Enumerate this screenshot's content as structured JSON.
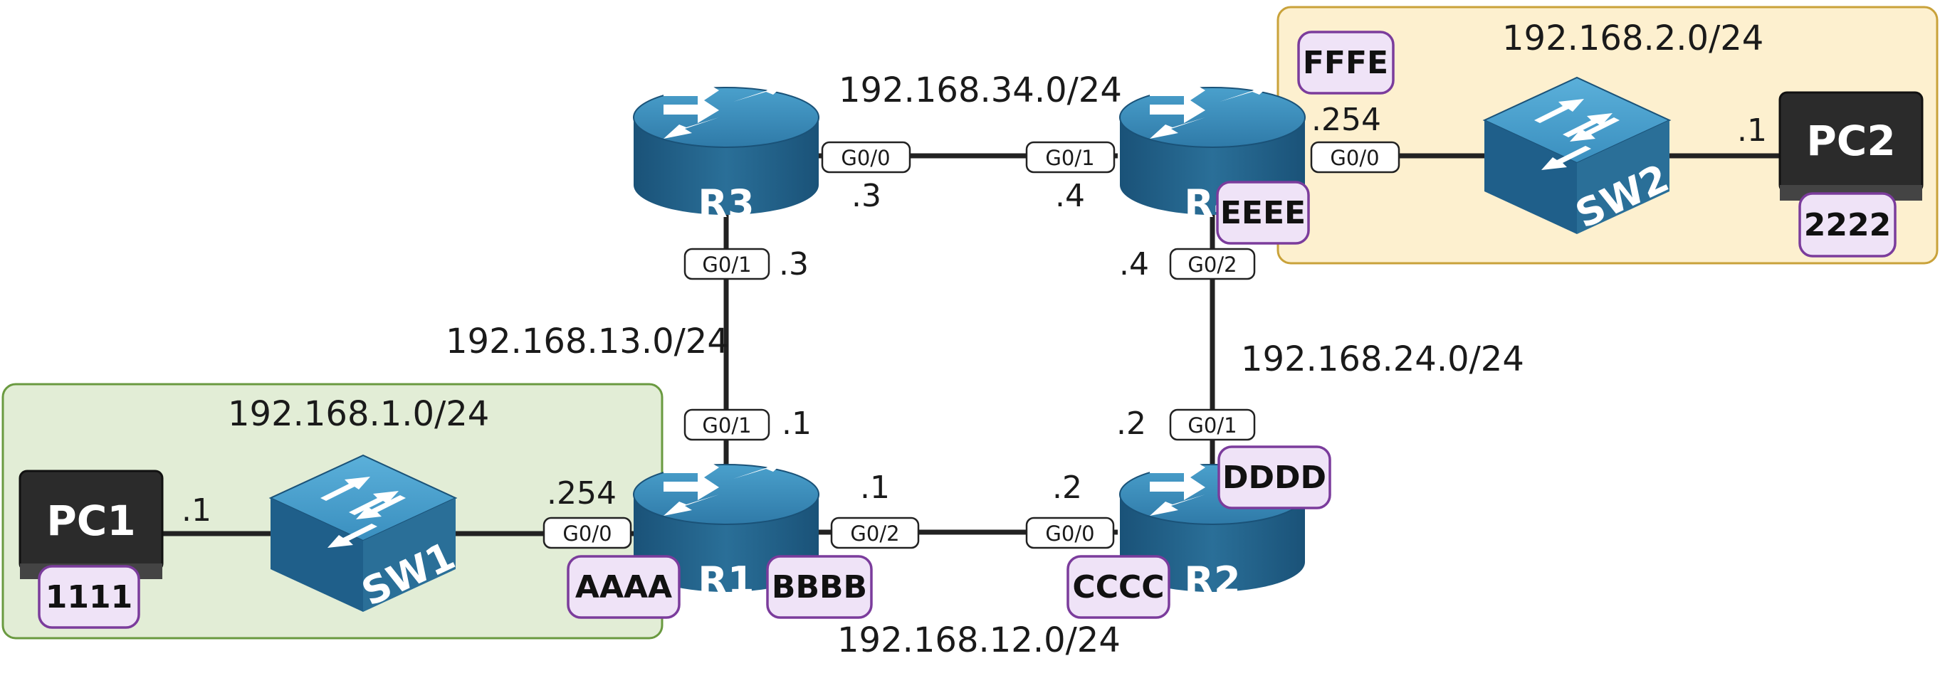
{
  "zones": {
    "lan1": {
      "label": "192.168.1.0/24",
      "fill": "#e2edd6",
      "stroke": "#6a9a40"
    },
    "lan2": {
      "label": "192.168.2.0/24",
      "fill": "#fdf0cf",
      "stroke": "#c9a23a"
    }
  },
  "subnets": {
    "r3_r4": "192.168.34.0/24",
    "r1_r3": "192.168.13.0/24",
    "r4_r2": "192.168.24.0/24",
    "r1_r2": "192.168.12.0/24"
  },
  "devices": {
    "r1": {
      "label": "R1",
      "badges": [
        "AAAA",
        "BBBB"
      ]
    },
    "r2": {
      "label": "R2",
      "badges": [
        "CCCC",
        "DDDD"
      ]
    },
    "r3": {
      "label": "R3"
    },
    "r4": {
      "label": "R4",
      "badges": [
        "EEEE",
        "FFFE"
      ]
    },
    "sw1": {
      "label": "SW1"
    },
    "sw2": {
      "label": "SW2"
    },
    "pc1": {
      "label": "PC1",
      "badge": "1111"
    },
    "pc2": {
      "label": "PC2",
      "badge": "2222"
    }
  },
  "ports": {
    "r3_g00": "G0/0",
    "r3_g01": "G0/1",
    "r4_g01": "G0/1",
    "r4_g00": "G0/0",
    "r4_g02": "G0/2",
    "r1_g01": "G0/1",
    "r1_g00": "G0/0",
    "r1_g02": "G0/2",
    "r2_g01": "G0/1",
    "r2_g00": "G0/0"
  },
  "addresses": {
    "r3_g00": ".3",
    "r3_g01": ".3",
    "r4_g01": ".4",
    "r4_g00": ".254",
    "r4_g02": ".4",
    "r1_g01": ".1",
    "r1_g00": ".254",
    "r1_g02": ".1",
    "r2_g01": ".2",
    "r2_g00": ".2",
    "pc1": ".1",
    "pc2": ".1"
  },
  "colors": {
    "device_top": "#3a88b5",
    "device_side": "#1f5f8a",
    "arrow": "#ffffff",
    "badge_fill": "#efe3f7",
    "badge_border": "#7b3c9c",
    "pc_screen": "#2b2b2b"
  }
}
